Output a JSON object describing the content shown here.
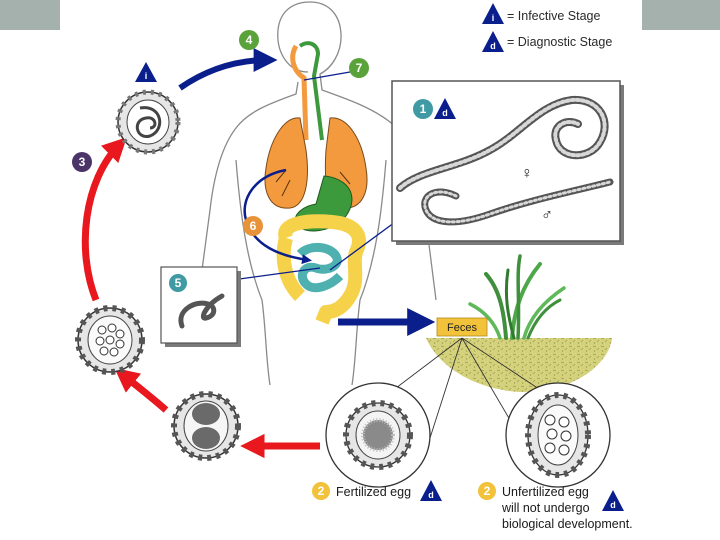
{
  "legend": {
    "infective_letter": "i",
    "infective_label": "= Infective Stage",
    "diagnostic_letter": "d",
    "diagnostic_label": "= Diagnostic Stage"
  },
  "steps": {
    "s1": "1",
    "s2a": "2",
    "s2b": "2",
    "s3": "3",
    "s4": "4",
    "s5": "5",
    "s6": "6",
    "s7": "7"
  },
  "worm_sexes": {
    "female": "♀",
    "male": "♂"
  },
  "feces_label": "Feces",
  "fertilized_label": "Fertilized egg",
  "unfertilized_line1": "Unfertilized egg",
  "unfertilized_line2": "will not undergo",
  "unfertilized_line3": "biological development.",
  "colors": {
    "step_green": "#5aa23a",
    "step_purple": "#4a3468",
    "step_teal": "#3f9aa3",
    "step_orange": "#e8923a",
    "step_yellow": "#f2c23a",
    "arrow_blue": "#0a1f8c",
    "arrow_red": "#e8181e",
    "lungs": "#f39a3e",
    "intestine_yellow": "#f5d24a",
    "intestine_teal": "#4fb0b0",
    "stomach_green": "#3c9a3c",
    "soil": "#cfcf7a",
    "grass": "#4ea84a"
  }
}
